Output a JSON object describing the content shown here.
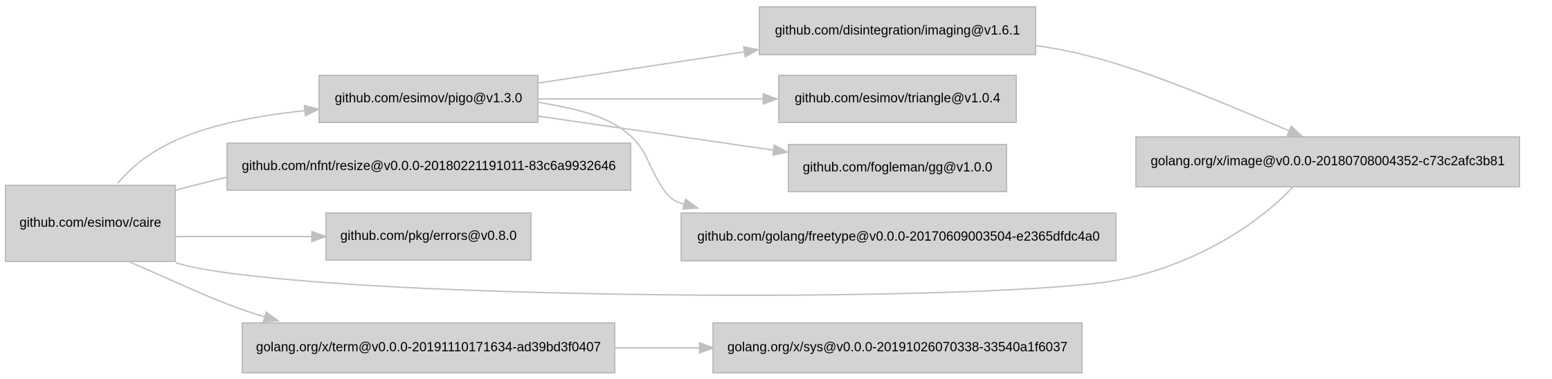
{
  "graph": {
    "edge_color": "#c0c0c0",
    "node_fill": "#d3d3d3",
    "node_border": "#bcbcbc",
    "nodes": [
      {
        "id": "caire",
        "label": "github.com/esimov/caire"
      },
      {
        "id": "pigo",
        "label": "github.com/esimov/pigo@v1.3.0"
      },
      {
        "id": "resize",
        "label": "github.com/nfnt/resize@v0.0.0-20180221191011-83c6a9932646"
      },
      {
        "id": "errors",
        "label": "github.com/pkg/errors@v0.8.0"
      },
      {
        "id": "term",
        "label": "golang.org/x/term@v0.0.0-20191110171634-ad39bd3f0407"
      },
      {
        "id": "imaging",
        "label": "github.com/disintegration/imaging@v1.6.1"
      },
      {
        "id": "triangle",
        "label": "github.com/esimov/triangle@v1.0.4"
      },
      {
        "id": "gg",
        "label": "github.com/fogleman/gg@v1.0.0"
      },
      {
        "id": "freetype",
        "label": "github.com/golang/freetype@v0.0.0-20170609003504-e2365dfdc4a0"
      },
      {
        "id": "sys",
        "label": "golang.org/x/sys@v0.0.0-20191026070338-33540a1f6037"
      },
      {
        "id": "image",
        "label": "golang.org/x/image@v0.0.0-20180708004352-c73c2afc3b81"
      }
    ],
    "edges": [
      {
        "from": "caire",
        "to": "pigo"
      },
      {
        "from": "caire",
        "to": "resize"
      },
      {
        "from": "caire",
        "to": "errors"
      },
      {
        "from": "caire",
        "to": "image"
      },
      {
        "from": "caire",
        "to": "term"
      },
      {
        "from": "pigo",
        "to": "imaging"
      },
      {
        "from": "pigo",
        "to": "triangle"
      },
      {
        "from": "pigo",
        "to": "gg"
      },
      {
        "from": "pigo",
        "to": "freetype"
      },
      {
        "from": "imaging",
        "to": "image"
      },
      {
        "from": "term",
        "to": "sys"
      }
    ]
  }
}
